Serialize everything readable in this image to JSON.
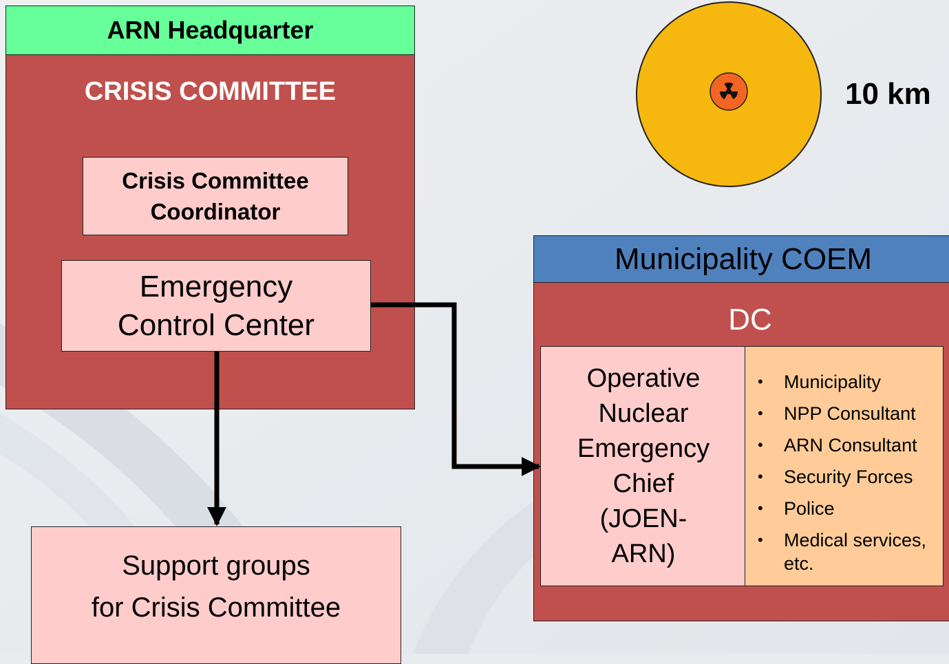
{
  "headquarter": {
    "title": "ARN Headquarter",
    "committee_title": "CRISIS COMMITTEE",
    "coordinator_lines": [
      "Crisis Committee",
      "Coordinator"
    ],
    "ecc_lines": [
      "Emergency",
      "Control Center"
    ]
  },
  "support": {
    "lines": [
      "Support groups",
      "for Crisis Committee"
    ]
  },
  "zone": {
    "radius_label": "10 km",
    "icon": "radiation-icon"
  },
  "coem": {
    "title": "Municipality COEM",
    "dc_label": "DC",
    "chief_lines": [
      "Operative",
      "Nuclear",
      "Emergency",
      "Chief",
      "(JOEN-",
      "ARN)"
    ],
    "members": [
      "Municipality",
      "NPP Consultant",
      "ARN Consultant",
      "Security Forces",
      "Police",
      "Medical services, etc."
    ]
  },
  "colors": {
    "hq_header": "#66ff99",
    "committee_body": "#c0504d",
    "light_box": "#ffcccc",
    "coem_header": "#4f81bd",
    "members_box": "#ffcc99",
    "zone_circle": "#f6b80f",
    "radiation_symbol": "#f26522"
  }
}
